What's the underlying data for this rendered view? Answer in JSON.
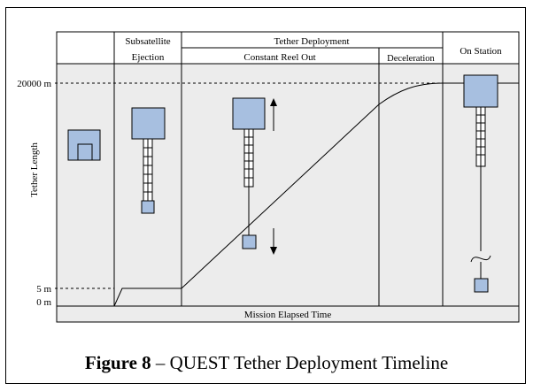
{
  "phases": {
    "subsatellite": [
      "Subsatellite",
      "Ejection"
    ],
    "tether_deployment": "Tether Deployment",
    "constant_reel_out": "Constant Reel Out",
    "deceleration": "Deceleration",
    "on_station": "On Station"
  },
  "axes": {
    "y_label": "Tether Length",
    "x_label": "Mission Elapsed Time",
    "tick_20000": "20000 m",
    "tick_5": "5 m",
    "tick_0": "0 m"
  },
  "caption": {
    "figure": "Figure 8",
    "dash": " – ",
    "text": "QUEST Tether Deployment Timeline"
  },
  "colors": {
    "panel_fill": "#ececec",
    "box_fill": "#a7bfe0",
    "line": "#000000"
  }
}
